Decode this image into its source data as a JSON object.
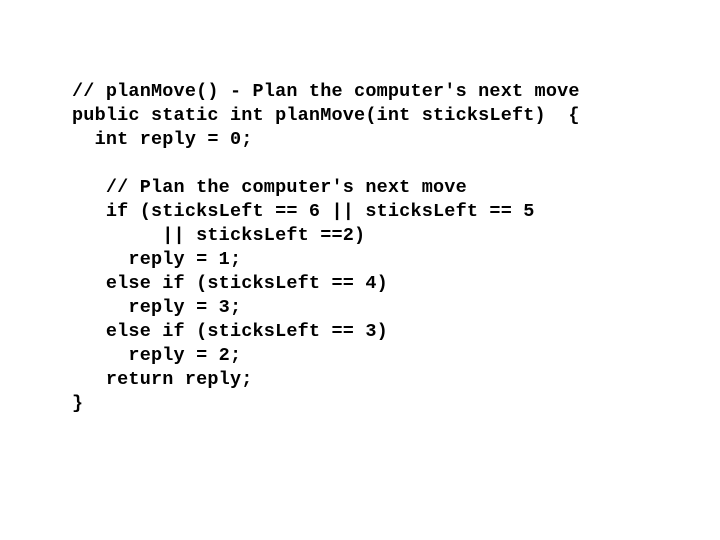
{
  "slide": {
    "background_color": "#ffffff",
    "text_color": "#000000",
    "language": "java",
    "method_name": "planMove",
    "code_lines": [
      "// planMove() - Plan the computer's next move",
      "public static int planMove(int sticksLeft)  {",
      "  int reply = 0;",
      "",
      "   // Plan the computer's next move",
      "   if (sticksLeft == 6 || sticksLeft == 5",
      "        || sticksLeft ==2)",
      "     reply = 1;",
      "   else if (sticksLeft == 4)",
      "     reply = 3;",
      "   else if (sticksLeft == 3)",
      "     reply = 2;",
      "   return reply;",
      "}"
    ]
  }
}
